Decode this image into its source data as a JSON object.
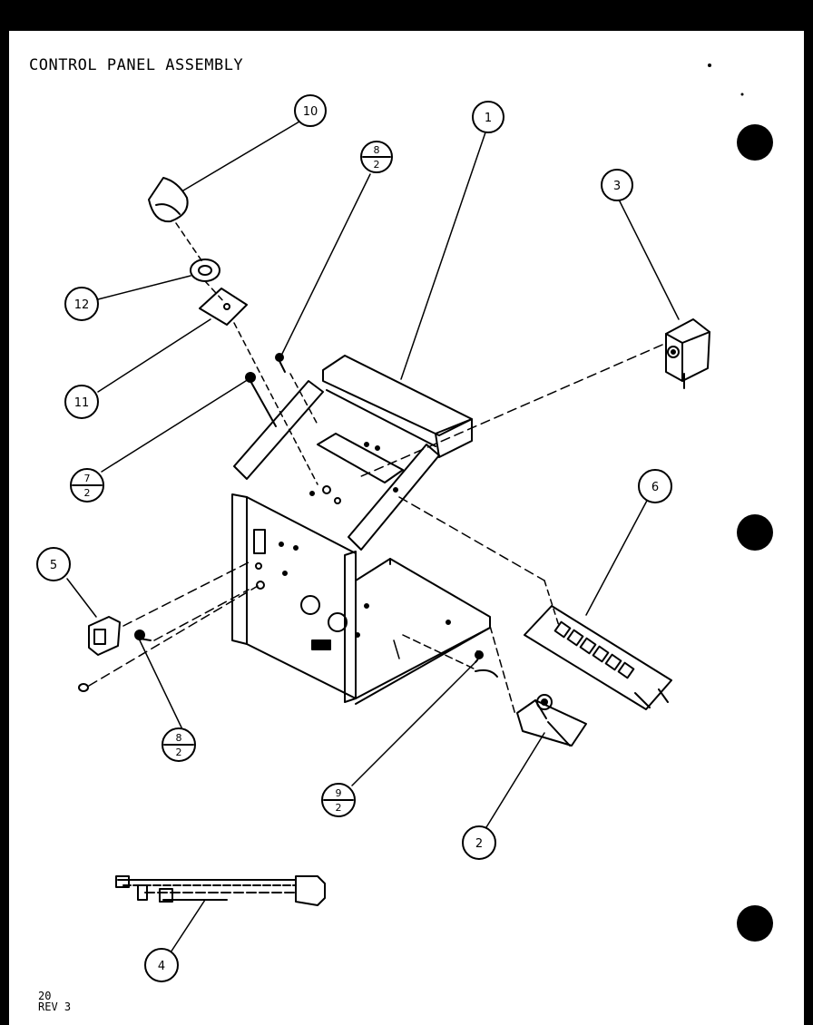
{
  "title": "CONTROL PANEL ASSEMBLY",
  "footer": {
    "page": "20",
    "revision": "REV 3"
  },
  "callouts": [
    {
      "id": "1",
      "label": "1",
      "type": "single"
    },
    {
      "id": "2",
      "label": "2",
      "type": "single"
    },
    {
      "id": "3",
      "label": "3",
      "type": "single"
    },
    {
      "id": "4",
      "label": "4",
      "type": "single"
    },
    {
      "id": "5",
      "label": "5",
      "type": "single"
    },
    {
      "id": "6",
      "label": "6",
      "type": "single"
    },
    {
      "id": "10",
      "label": "10",
      "type": "single"
    },
    {
      "id": "11",
      "label": "11",
      "type": "single"
    },
    {
      "id": "12",
      "label": "12",
      "type": "single"
    },
    {
      "id": "8/2-top",
      "top": "8",
      "bottom": "2",
      "type": "fraction"
    },
    {
      "id": "7/2",
      "top": "7",
      "bottom": "2",
      "type": "fraction"
    },
    {
      "id": "8/2-bottom",
      "top": "8",
      "bottom": "2",
      "type": "fraction"
    },
    {
      "id": "9/2",
      "top": "9",
      "bottom": "2",
      "type": "fraction"
    }
  ],
  "colors": {
    "ink": "#000000",
    "paper": "#ffffff",
    "border": "#000000"
  }
}
